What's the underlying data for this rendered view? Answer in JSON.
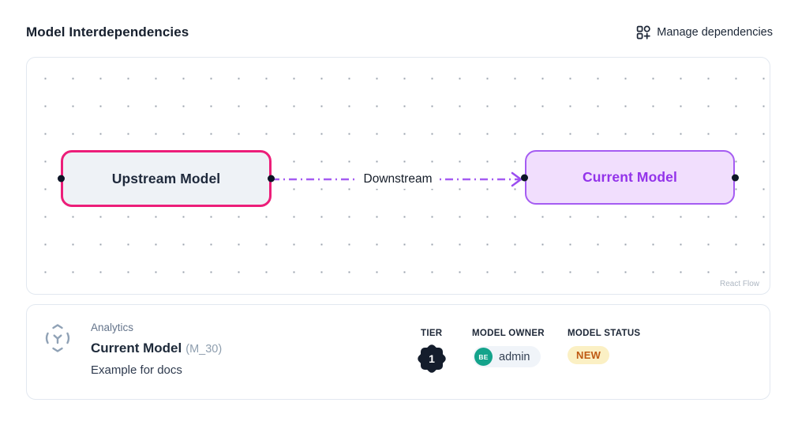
{
  "header": {
    "title": "Model Interdependencies",
    "manage_label": "Manage dependencies"
  },
  "flow": {
    "attribution": "React Flow",
    "nodes": [
      {
        "label": "Upstream Model",
        "border_color": "#ec1e79",
        "bg_color": "#eef2f6",
        "text_color": "#1e293b"
      },
      {
        "label": "Current Model",
        "border_color": "#a55cf2",
        "bg_color": "#f1defd",
        "text_color": "#9333ea"
      }
    ],
    "edge": {
      "label": "Downstream",
      "color": "#a55cf2",
      "style": "dashed-arrow"
    }
  },
  "details": {
    "icon": "model-scope-icon",
    "domain": "Analytics",
    "model_name": "Current Model",
    "model_code": "(M_30)",
    "description": "Example for docs",
    "tier": {
      "label": "TIER",
      "value": "1",
      "badge_color": "#141d2c"
    },
    "owner": {
      "label": "MODEL OWNER",
      "initials": "BE",
      "name": "admin",
      "avatar_color": "#14a38b"
    },
    "status": {
      "label": "MODEL STATUS",
      "value": "NEW",
      "bg_color": "#fbf0c4",
      "text_color": "#bf5a13"
    }
  }
}
